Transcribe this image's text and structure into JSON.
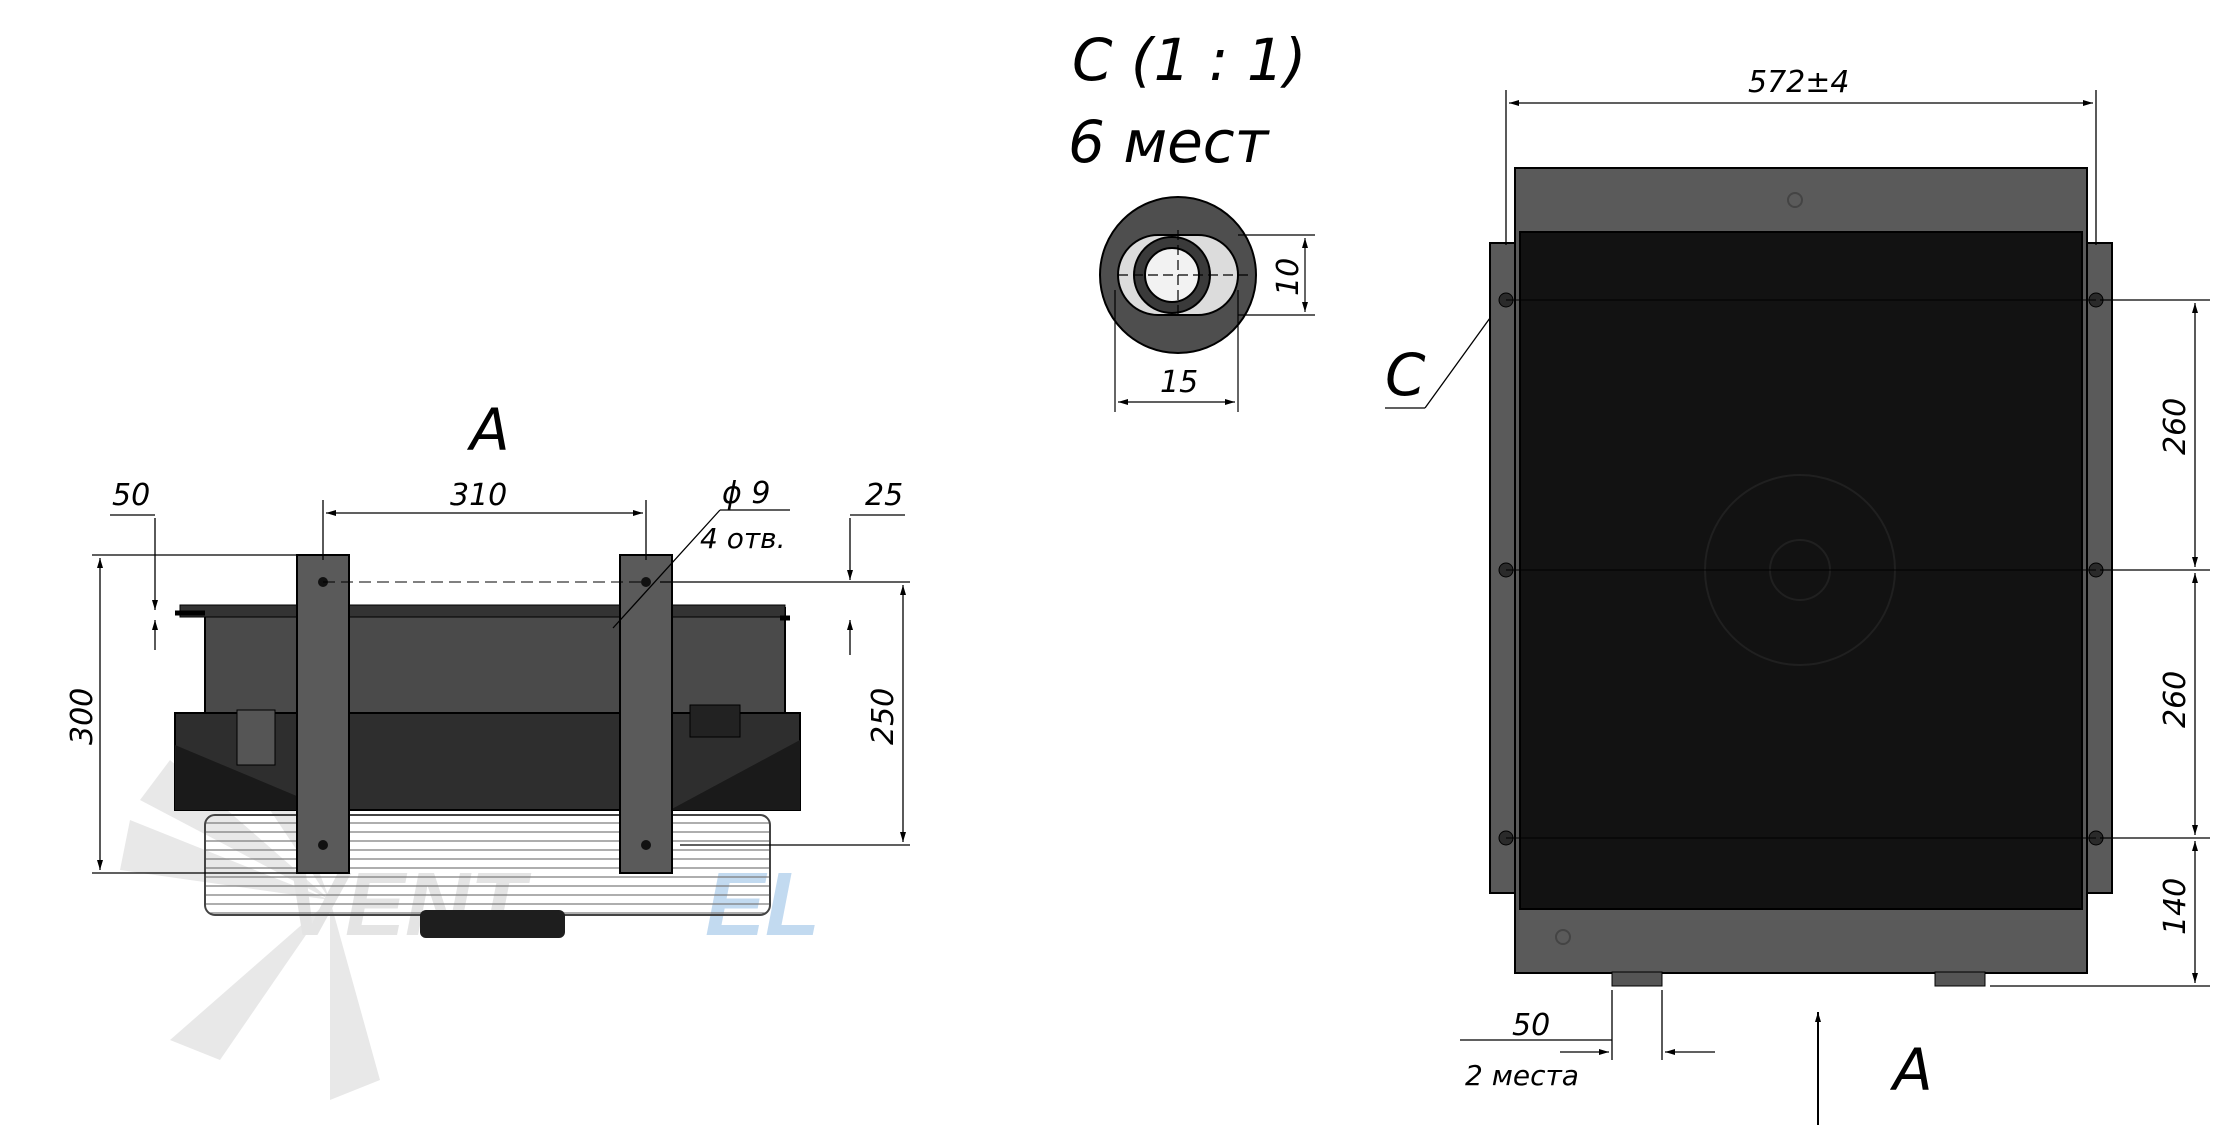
{
  "left_view": {
    "title": "A",
    "dims": {
      "overall_height": "300",
      "edge_offset": "50",
      "hole_spacing": "310",
      "hole_diameter": "ϕ 9",
      "hole_count": "4 отв.",
      "top_offset": "25",
      "hole_vertical": "250"
    }
  },
  "detail": {
    "title_line1": "C (1 : 1)",
    "title_line2": "6 мест",
    "dim_height": "10",
    "dim_width": "15"
  },
  "right_view": {
    "overall_width": "572±4",
    "callout": "C",
    "dim_upper": "260",
    "dim_middle": "260",
    "dim_lower": "140",
    "foot_width": "50",
    "foot_count": "2 места",
    "view_arrow": "A"
  },
  "watermark": {
    "text_grey": "VENT",
    "text_blue": "EL",
    "colors": {
      "grey": "#e2e2e2",
      "blue": "#bcd6ef"
    }
  },
  "colors": {
    "body_dark": "#2e2e2e",
    "body_mid": "#4a4a4a",
    "plate_grey": "#5a5a5a",
    "core_black": "#121212"
  }
}
